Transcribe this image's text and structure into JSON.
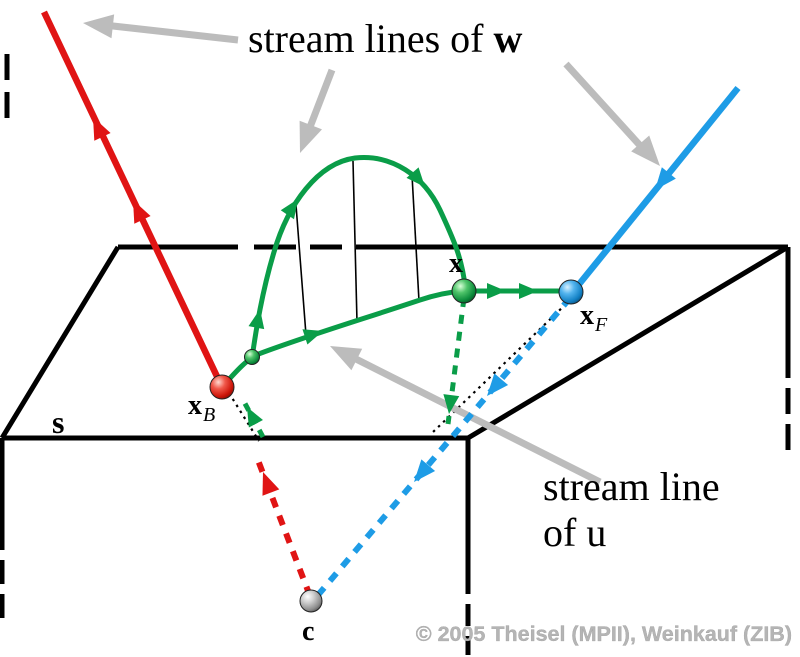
{
  "figure": {
    "title_prefix": "stream lines of",
    "title_bold": "w",
    "u_line1": "stream line",
    "u_line2": "of u",
    "plane_label": "s",
    "point_xb": {
      "main": "x",
      "sub": "B"
    },
    "point_x": "x",
    "point_xf": {
      "main": "x",
      "sub": "F"
    },
    "point_c": "c",
    "watermark": "© 2005 Theisel (MPII), Weinkauf (ZIB)"
  },
  "colors": {
    "red": "#e01414",
    "blue": "#1e9ce6",
    "green": "#0a9d48",
    "gray": "#bcbcbc",
    "wm": "#b5b5b5",
    "black": "#000000"
  }
}
